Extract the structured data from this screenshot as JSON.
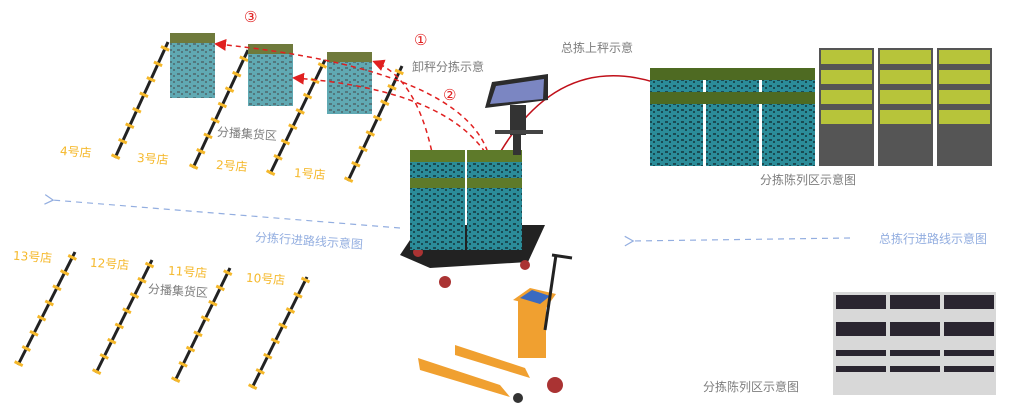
{
  "markers": {
    "m1": "①",
    "m2": "②",
    "m3": "③"
  },
  "labels": {
    "unload_sort": "卸秤分拣示意",
    "total_pick_scale": "总拣上秤示意",
    "display_area_top": "分拣陈列区示意图",
    "display_area_bottom": "分拣陈列区示意图",
    "sort_route": "分拣行进路线示意图",
    "total_route": "总拣行进路线示意图",
    "collect_zone_top": "分播集货区",
    "collect_zone_bottom": "分播集货区"
  },
  "stores_top": [
    "4号店",
    "3号店",
    "2号店",
    "1号店"
  ],
  "stores_bottom": [
    "13号店",
    "12号店",
    "11号店",
    "10号店"
  ],
  "colors": {
    "accent_red": "#e02020",
    "store_yellow": "#f5b82a",
    "route_blue": "#93aee0",
    "crate_teal": "#3fb0c0",
    "crate_grey": "#5a5a5a"
  }
}
